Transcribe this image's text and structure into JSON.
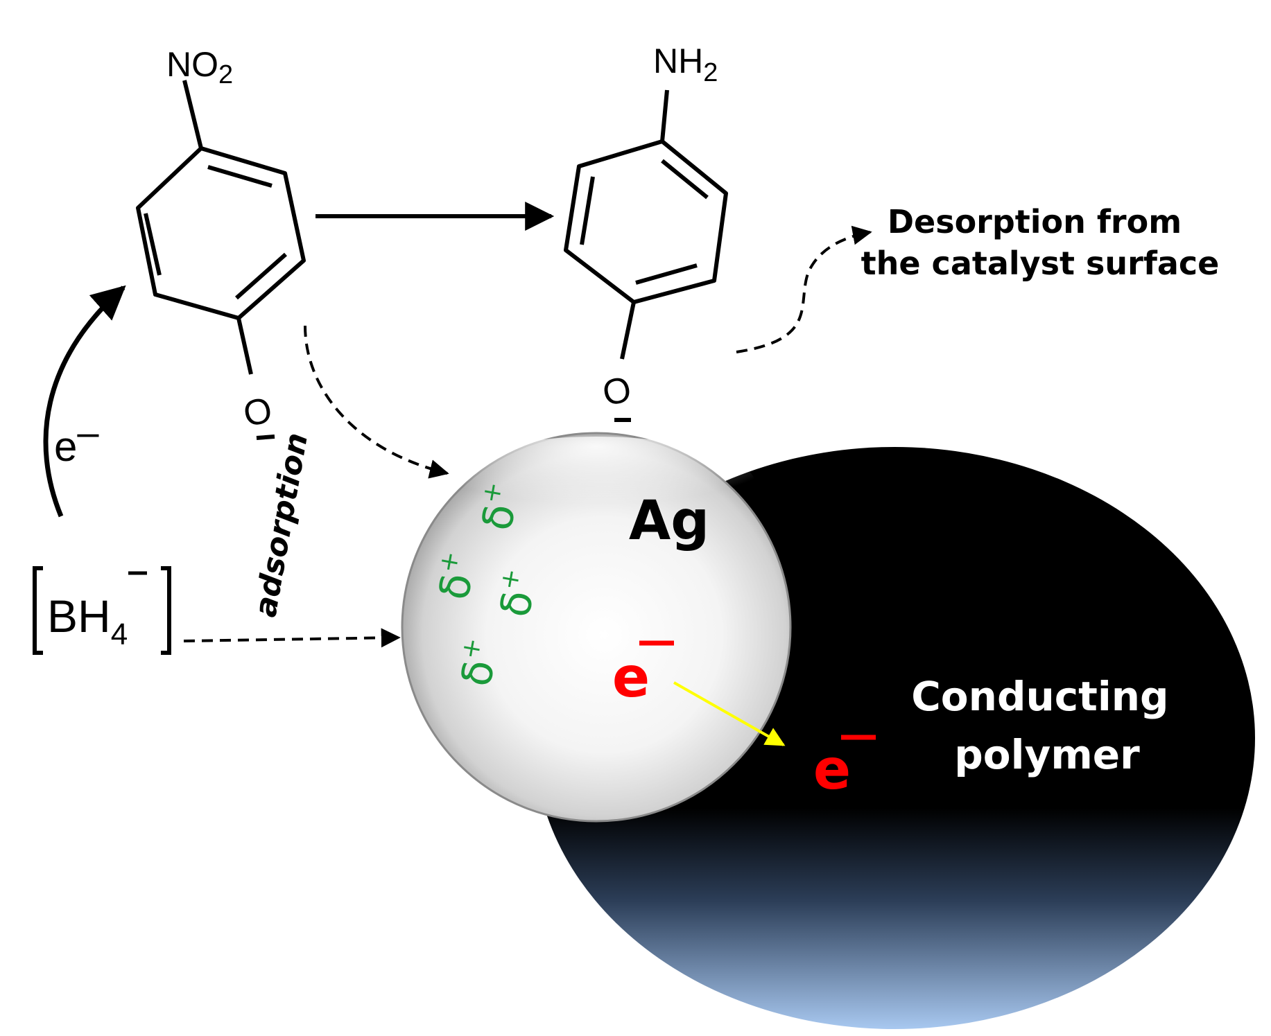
{
  "reactant": {
    "substituent": "NO",
    "substituent_sub": "2",
    "oxygen": "O",
    "charge": "–"
  },
  "product": {
    "substituent": "NH",
    "substituent_sub": "2",
    "oxygen": "O",
    "charge": "–"
  },
  "labels": {
    "desorption_line1": "Desorption from",
    "desorption_line2": "the catalyst surface",
    "adsorption": "adsorption",
    "electron_left": "e",
    "electron_left_charge": "–",
    "borohydride_main": "BH",
    "borohydride_sub": "4",
    "borohydride_charge": "–",
    "catalyst": "Ag",
    "polymer_line1": "Conducting",
    "polymer_line2": "polymer",
    "electron_red": "e",
    "electron_red_charge": "–",
    "delta": "δ",
    "delta_charge": "+"
  },
  "colors": {
    "text": "#000000",
    "delta": "#1a9a3a",
    "electron_red": "#ff0000",
    "transfer_arrow": "#ffff00",
    "polymer_dark": "#000000",
    "polymer_light": "#a8c8f0",
    "polymer_label": "#ffffff"
  }
}
